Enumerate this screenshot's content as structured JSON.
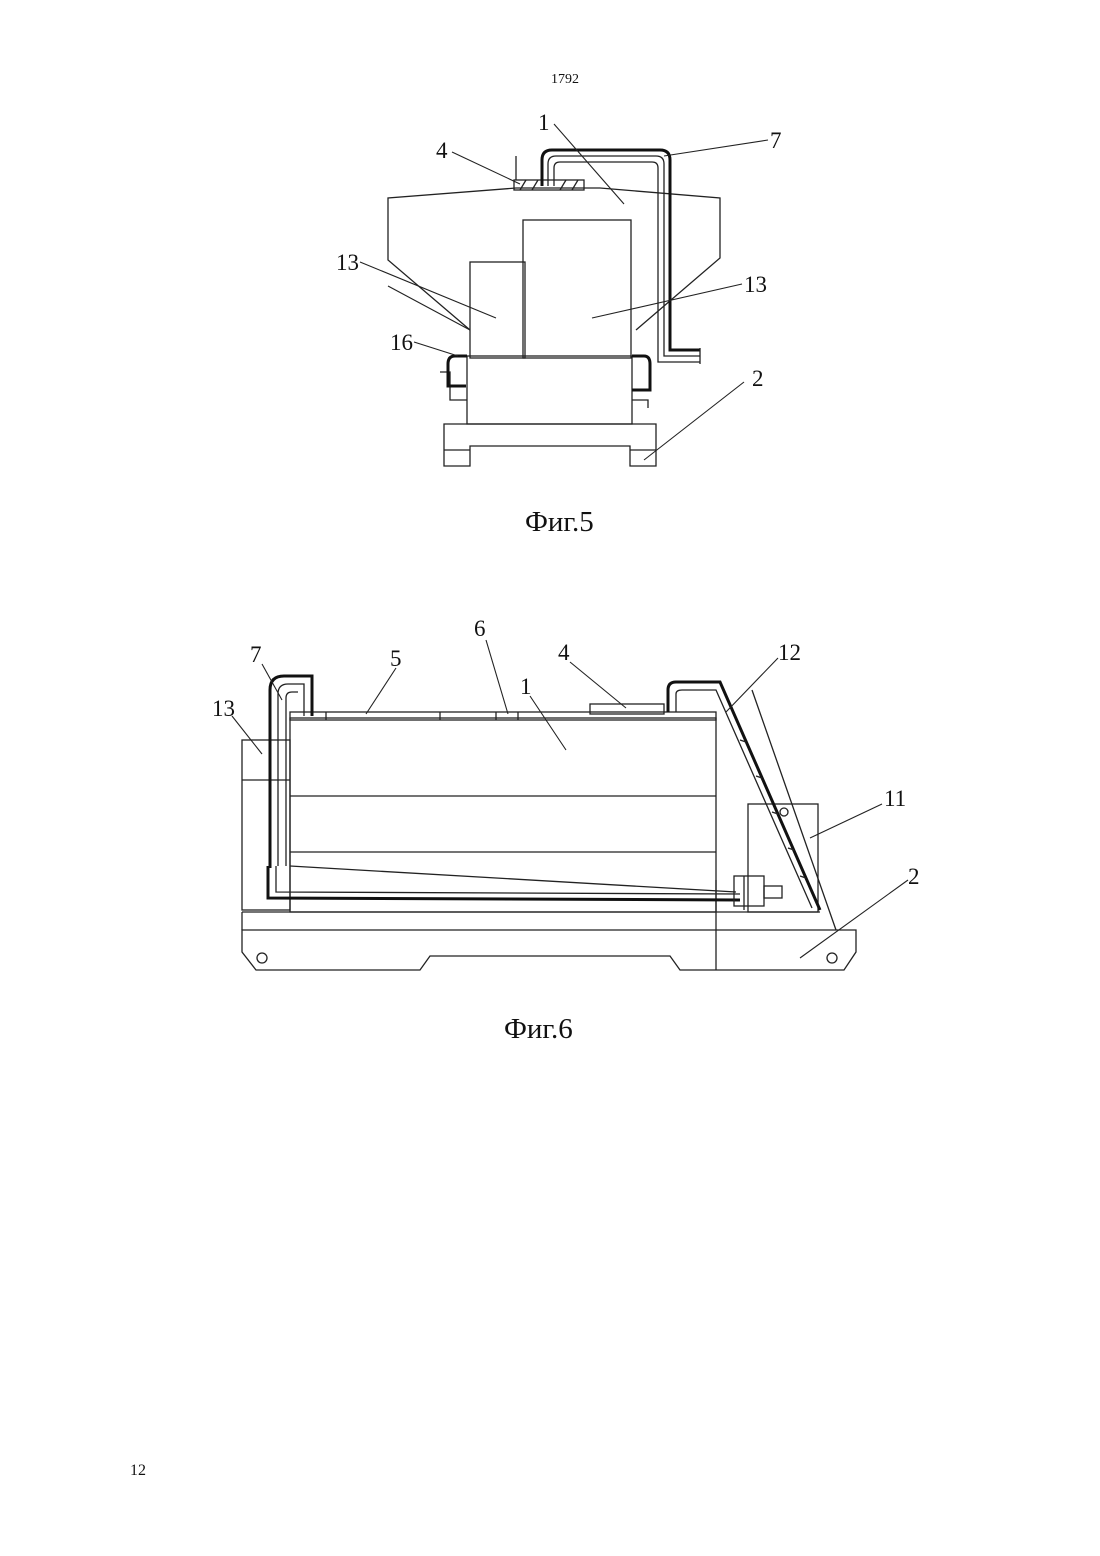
{
  "document": {
    "page_header_number": "1792",
    "page_footer_number": "12"
  },
  "figure5": {
    "caption": "Фиг.5",
    "callouts": {
      "c1": "1",
      "c4": "4",
      "c7": "7",
      "c13_left": "13",
      "c13_right": "13",
      "c16": "16",
      "c2": "2"
    }
  },
  "figure6": {
    "caption": "Фиг.6",
    "callouts": {
      "c7": "7",
      "c5": "5",
      "c6": "6",
      "c4": "4",
      "c1": "1",
      "c12": "12",
      "c13": "13",
      "c11": "11",
      "c2": "2"
    }
  }
}
